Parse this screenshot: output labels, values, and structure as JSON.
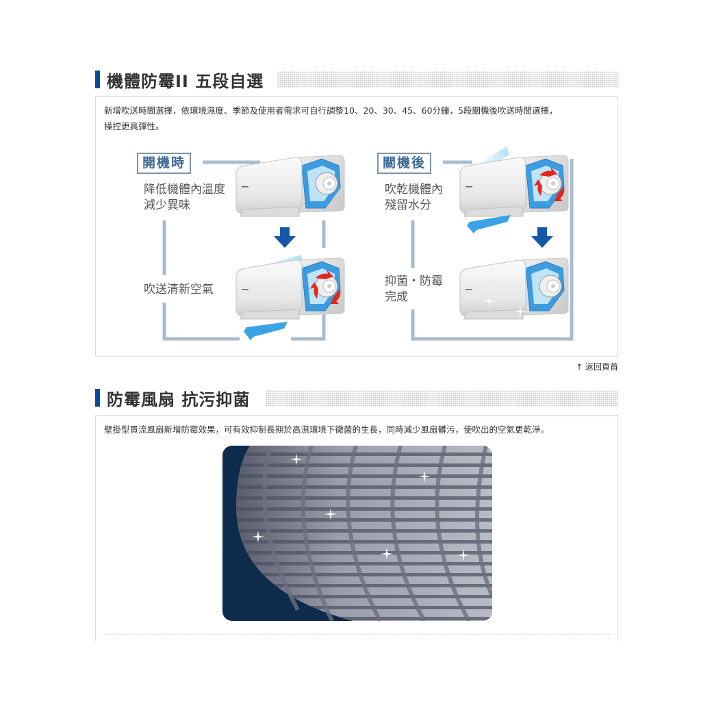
{
  "section1": {
    "title": "機體防霉II 五段自選",
    "description_line1": "新增吹送時間選擇，依環境濕度、季節及使用者需求可自行調整10、20、30、45、60分鐘，5段關機後吹送時間選擇，",
    "description_line2": "操控更具彈性。",
    "diagram": {
      "on_tag": "開機時",
      "on_step1_line1": "降低機體內溫度",
      "on_step1_line2": "減少異味",
      "on_step2": "吹送清新空氣",
      "off_tag": "關機後",
      "off_step1_line1": "吹乾機體內",
      "off_step1_line2": "殘留水分",
      "off_step2_line1": "抑菌・防霉",
      "off_step2_line2": "完成"
    }
  },
  "back_to_top": {
    "icon": "arrow-up-icon",
    "label": "返回頁首"
  },
  "section2": {
    "title": "防霉風扇 抗污抑菌",
    "description": "壁掛型貫流風扇新增防霉效果，可有效抑制長期於高濕環境下黴菌的生長，同時減少風扇髒污，使吹出的空氣更乾淨。"
  },
  "colors": {
    "accent": "#0a4a9c",
    "line": "#a9bccd",
    "arrow": "#1457a8",
    "image_bg": "#0d2b4a"
  }
}
